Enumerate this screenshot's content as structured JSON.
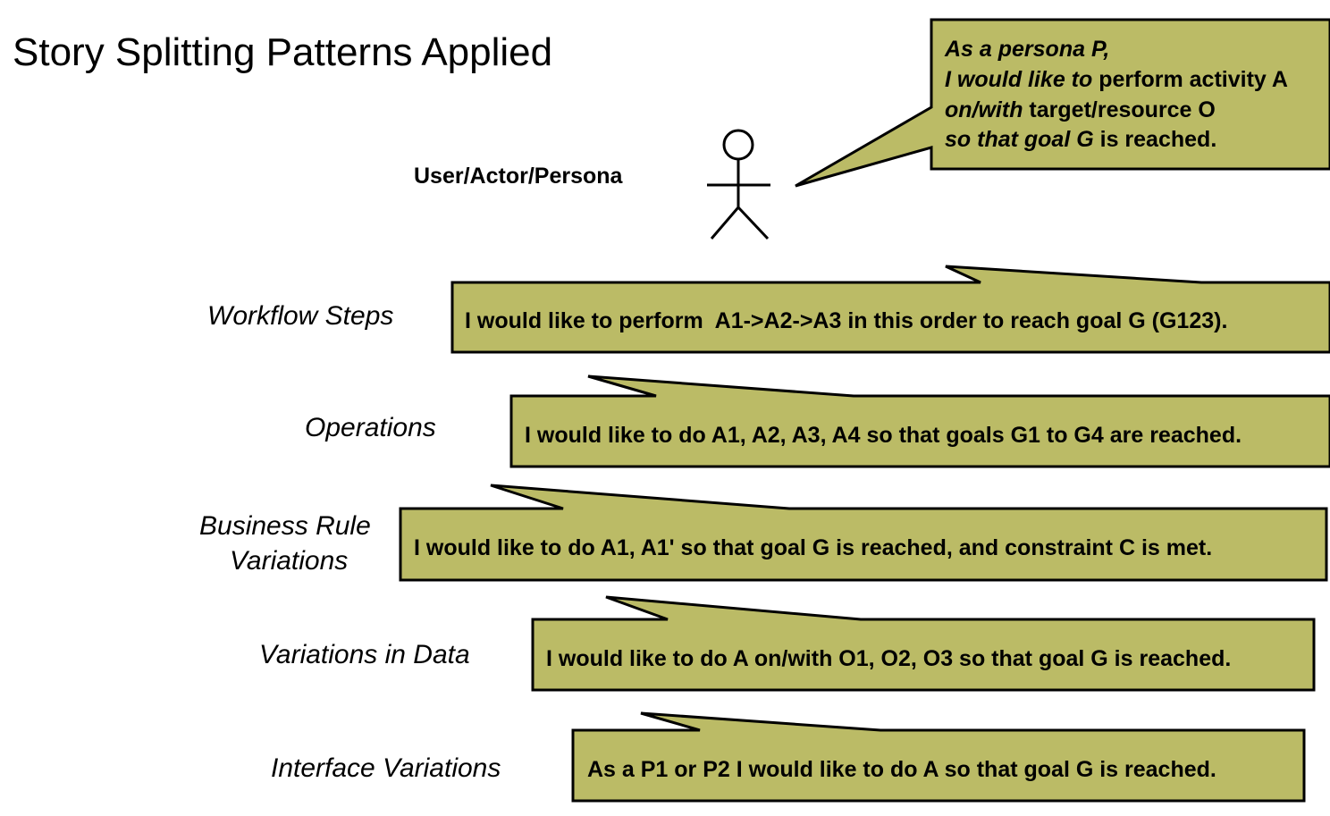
{
  "title": "Story Splitting Patterns Applied",
  "actor_label": "User/Actor/Persona",
  "bubble_fill": "#bbbb66",
  "story_template": {
    "line1_italic": "As a persona P,",
    "line2_italic": "I would like to",
    "line2_regular": " perform activity A",
    "line3_italic": "on/with",
    "line3_regular": " target/resource O",
    "line4_italic": "so that goal G",
    "line4_regular": " is reached."
  },
  "patterns": [
    {
      "label_line1": "Workflow Steps",
      "label_line2": "",
      "statement": "I would like to perform  A1->A2->A3 in this order to reach goal G (G123)."
    },
    {
      "label_line1": "Operations",
      "label_line2": "",
      "statement": "I would like to do A1, A2, A3, A4 so that goals G1 to G4 are reached."
    },
    {
      "label_line1": "Business Rule",
      "label_line2": "Variations",
      "statement": "I would like to do A1, A1' so that goal G is reached, and constraint C is met."
    },
    {
      "label_line1": "Variations in Data",
      "label_line2": "",
      "statement": "I would like to do A on/with O1, O2, O3 so that goal G is reached."
    },
    {
      "label_line1": "Interface Variations",
      "label_line2": "",
      "statement": "As a P1 or P2 I would like to do A so that goal G is reached."
    }
  ]
}
